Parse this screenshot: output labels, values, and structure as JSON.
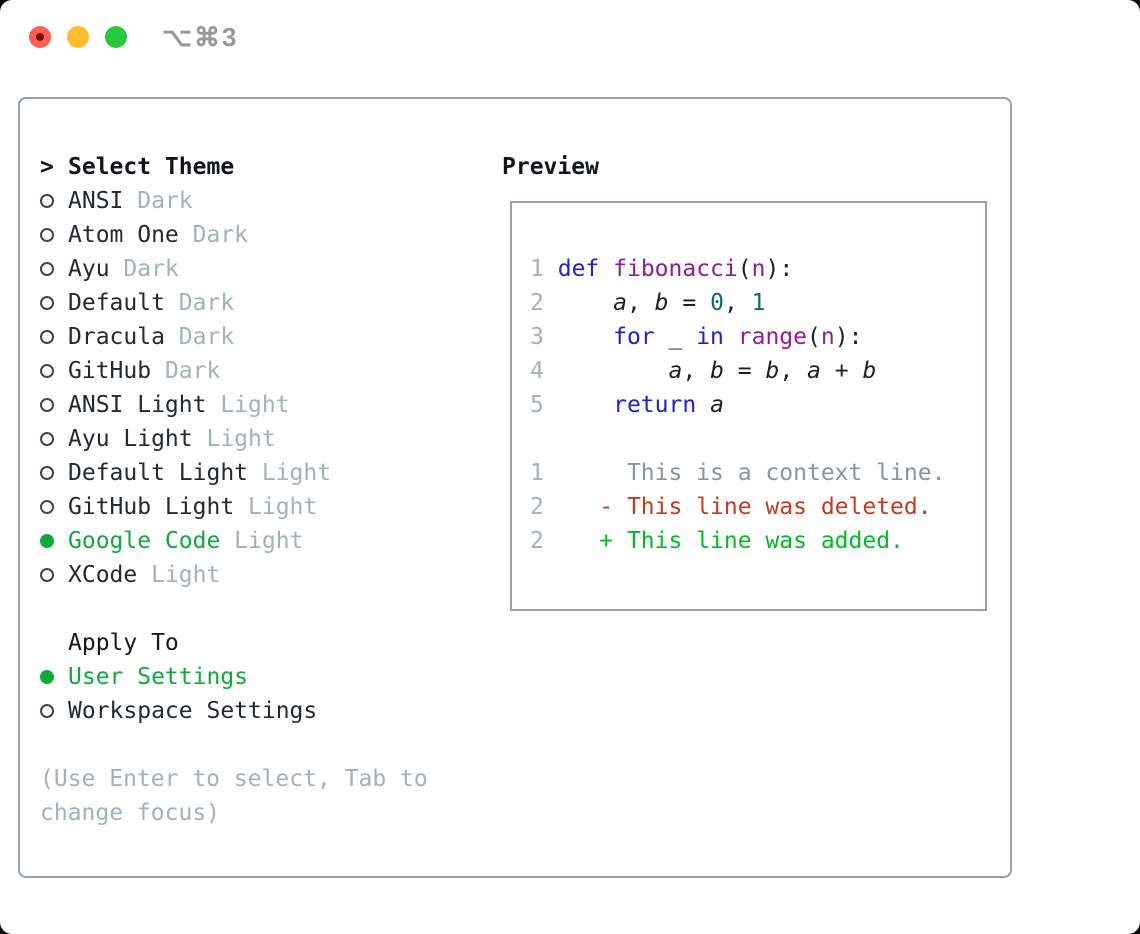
{
  "window": {
    "title": "⌥⌘3"
  },
  "theme_panel": {
    "header_marker": ">",
    "header": "Select Theme",
    "items": [
      {
        "name": "ANSI",
        "variant": "Dark",
        "selected": false
      },
      {
        "name": "Atom One",
        "variant": "Dark",
        "selected": false
      },
      {
        "name": "Ayu",
        "variant": "Dark",
        "selected": false
      },
      {
        "name": "Default",
        "variant": "Dark",
        "selected": false
      },
      {
        "name": "Dracula",
        "variant": "Dark",
        "selected": false
      },
      {
        "name": "GitHub",
        "variant": "Dark",
        "selected": false
      },
      {
        "name": "ANSI Light",
        "variant": "Light",
        "selected": false
      },
      {
        "name": "Ayu Light",
        "variant": "Light",
        "selected": false
      },
      {
        "name": "Default Light",
        "variant": "Light",
        "selected": false
      },
      {
        "name": "GitHub Light",
        "variant": "Light",
        "selected": false
      },
      {
        "name": "Google Code",
        "variant": "Light",
        "selected": true
      },
      {
        "name": "XCode",
        "variant": "Light",
        "selected": false
      }
    ],
    "apply_to": {
      "header": "Apply To",
      "items": [
        {
          "name": "User Settings",
          "selected": true
        },
        {
          "name": "Workspace Settings",
          "selected": false
        }
      ]
    },
    "help_lines": [
      "(Use Enter to select, Tab to",
      "change focus)"
    ]
  },
  "preview": {
    "header": "Preview",
    "code_lines": [
      {
        "num": "1",
        "tokens": [
          {
            "t": "def",
            "c": "kw"
          },
          {
            "t": " ",
            "c": "pl"
          },
          {
            "t": "fibonacci",
            "c": "fn"
          },
          {
            "t": "(",
            "c": "pl"
          },
          {
            "t": "n",
            "c": "fn"
          },
          {
            "t": "):",
            "c": "pl"
          }
        ]
      },
      {
        "num": "2",
        "tokens": [
          {
            "t": "    ",
            "c": "pl"
          },
          {
            "t": "a",
            "c": "var"
          },
          {
            "t": ", ",
            "c": "pl"
          },
          {
            "t": "b",
            "c": "var"
          },
          {
            "t": " = ",
            "c": "pl"
          },
          {
            "t": "0",
            "c": "num"
          },
          {
            "t": ", ",
            "c": "pl"
          },
          {
            "t": "1",
            "c": "num"
          }
        ]
      },
      {
        "num": "3",
        "tokens": [
          {
            "t": "    ",
            "c": "pl"
          },
          {
            "t": "for",
            "c": "kw"
          },
          {
            "t": " _ ",
            "c": "pl"
          },
          {
            "t": "in",
            "c": "kw"
          },
          {
            "t": " ",
            "c": "pl"
          },
          {
            "t": "range",
            "c": "fn"
          },
          {
            "t": "(",
            "c": "pl"
          },
          {
            "t": "n",
            "c": "fn"
          },
          {
            "t": "):",
            "c": "pl"
          }
        ]
      },
      {
        "num": "4",
        "tokens": [
          {
            "t": "        ",
            "c": "pl"
          },
          {
            "t": "a",
            "c": "var"
          },
          {
            "t": ", ",
            "c": "pl"
          },
          {
            "t": "b",
            "c": "var"
          },
          {
            "t": " = ",
            "c": "pl"
          },
          {
            "t": "b",
            "c": "var"
          },
          {
            "t": ", ",
            "c": "pl"
          },
          {
            "t": "a",
            "c": "var"
          },
          {
            "t": " + ",
            "c": "pl"
          },
          {
            "t": "b",
            "c": "var"
          }
        ]
      },
      {
        "num": "5",
        "tokens": [
          {
            "t": "    ",
            "c": "pl"
          },
          {
            "t": "return",
            "c": "kw"
          },
          {
            "t": " ",
            "c": "pl"
          },
          {
            "t": "a",
            "c": "var"
          }
        ]
      },
      {
        "num": "",
        "tokens": []
      },
      {
        "num": "1",
        "tokens": [
          {
            "t": "     This is a context line.",
            "c": "ctx"
          }
        ]
      },
      {
        "num": "2",
        "tokens": [
          {
            "t": "   ",
            "c": "pl"
          },
          {
            "t": "- This line was deleted.",
            "c": "del"
          }
        ]
      },
      {
        "num": "2",
        "tokens": [
          {
            "t": "   ",
            "c": "pl"
          },
          {
            "t": "+ This line was added.",
            "c": "add"
          }
        ]
      }
    ]
  },
  "colors": {
    "accent_green": "#0fa93c",
    "diff_add": "#00bd24",
    "diff_del": "#c6381f",
    "context_gray": "#8b939b",
    "keyword_blue": "#2020cc",
    "function_purple": "#961996",
    "number_teal": "#0d6a6a",
    "code_black": "#1c1f23",
    "text_dark": "#24292f",
    "muted_gray": "#a6b0bb",
    "line_number_gray": "#a7b0bc",
    "border_gray": "#97a1ab",
    "radio_outline": "#3f464e",
    "title_gray": "#98989d",
    "traffic_close": "#ff5f57",
    "traffic_close_dot": "#7a0e05",
    "traffic_minimize": "#febc2e",
    "traffic_maximize": "#28c840"
  }
}
